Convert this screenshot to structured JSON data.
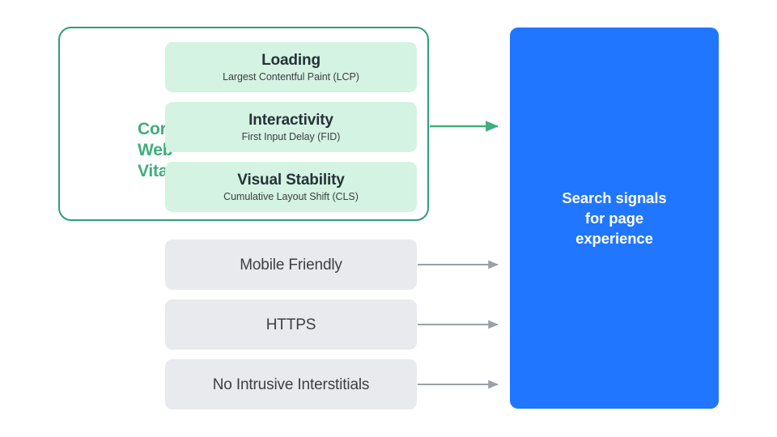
{
  "diagram": {
    "title_visible": false,
    "colors": {
      "green_accent": "#3DAE7C",
      "green_border": "#2E9E78",
      "green_card_fill": "#D4F3E2",
      "gray_card_fill": "#E8EAED",
      "blue_fill": "#2176FF",
      "arrow_gray": "#9AA0A6",
      "text_dark": "#3C4043",
      "text_heading": "#263238",
      "background": "#FFFFFF"
    }
  },
  "core_web_vitals": {
    "label_lines": [
      "Core",
      "Web",
      "Vitals"
    ],
    "label_text": "Core Web Vitals",
    "items": [
      {
        "title": "Loading",
        "subtitle": "Largest Contentful Paint (LCP)"
      },
      {
        "title": "Interactivity",
        "subtitle": "First Input Delay (FID)"
      },
      {
        "title": "Visual Stability",
        "subtitle": "Cumulative Layout Shift (CLS)"
      }
    ]
  },
  "other_signals": [
    {
      "label": "Mobile Friendly"
    },
    {
      "label": "HTTPS"
    },
    {
      "label": "No Intrusive Interstitials"
    }
  ],
  "destination": {
    "lines": [
      "Search signals",
      "for page",
      "experience"
    ],
    "text": "Search signals for page experience"
  },
  "arrows": [
    {
      "name": "core-web-vitals-arrow",
      "color": "#3DAE7C"
    },
    {
      "name": "mobile-friendly-arrow",
      "color": "#9AA0A6"
    },
    {
      "name": "https-arrow",
      "color": "#9AA0A6"
    },
    {
      "name": "no-intrusive-interstitials-arrow",
      "color": "#9AA0A6"
    }
  ]
}
